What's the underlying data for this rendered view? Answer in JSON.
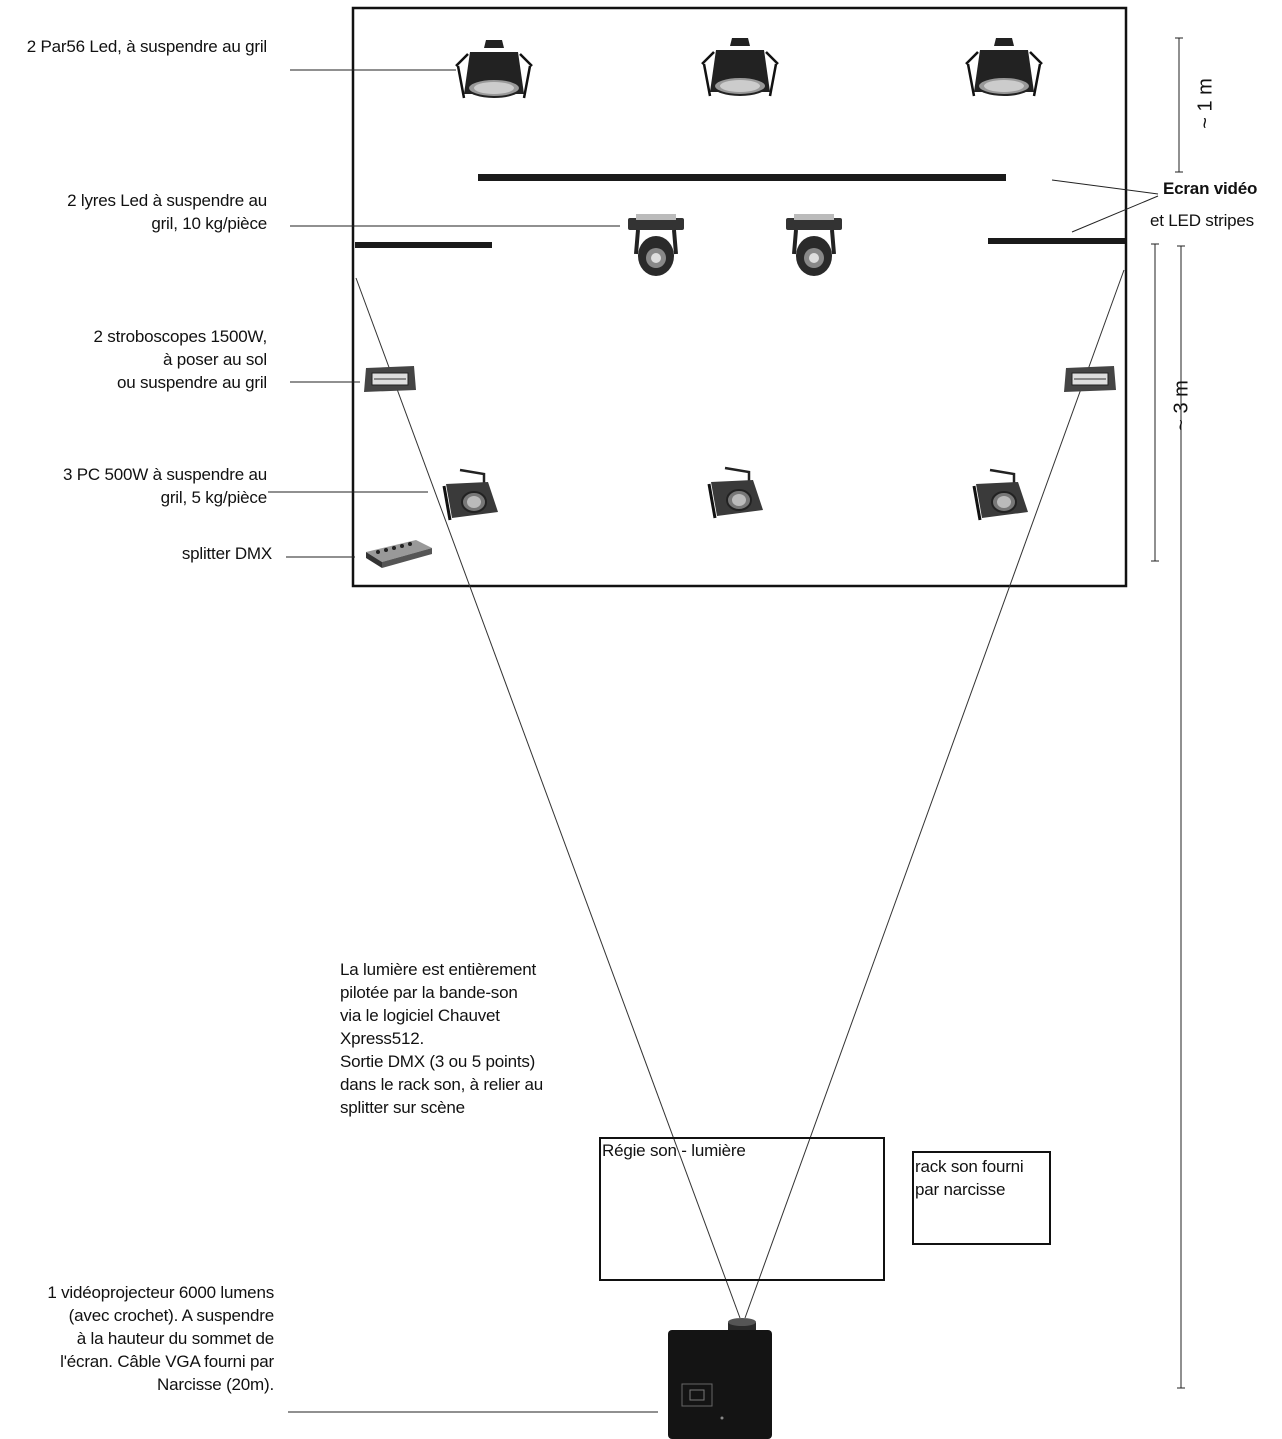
{
  "labels": {
    "par56": "2 Par56 Led, à suspendre au gril",
    "lyres": "2 lyres Led à suspendre au\ngril, 10 kg/pièce",
    "strobes": "2 stroboscopes 1500W,\nà poser au sol\nou suspendre au gril",
    "pc": "3 PC 500W à suspendre au\ngril, 5 kg/pièce",
    "splitter": "splitter DMX",
    "ecran_title": "Ecran vidéo",
    "ecran_sub": "et LED stripes",
    "dim_1m": "~ 1 m",
    "dim_3m": "~ 3 m",
    "note": "La lumière est entièrement\npilotée par la bande-son\nvia le logiciel Chauvet\nXpress512.\nSortie DMX (3 ou 5 points)\ndans le rack son, à relier au\nsplitter sur scène",
    "regie": "Régie son - lumière",
    "rack": "rack son fourni\npar narcisse",
    "projector": "1 vidéoprojecteur 6000 lumens\n(avec crochet). A suspendre\nà la hauteur du sommet de\nl'écran. Câble VGA fourni par\nNarcisse (20m)."
  },
  "icons": {
    "par56": "par56-led-icon",
    "lyre": "moving-head-icon",
    "strobe": "strobe-icon",
    "pc": "pc-spotlight-icon",
    "splitter": "dmx-splitter-icon",
    "projector": "video-projector-icon"
  }
}
